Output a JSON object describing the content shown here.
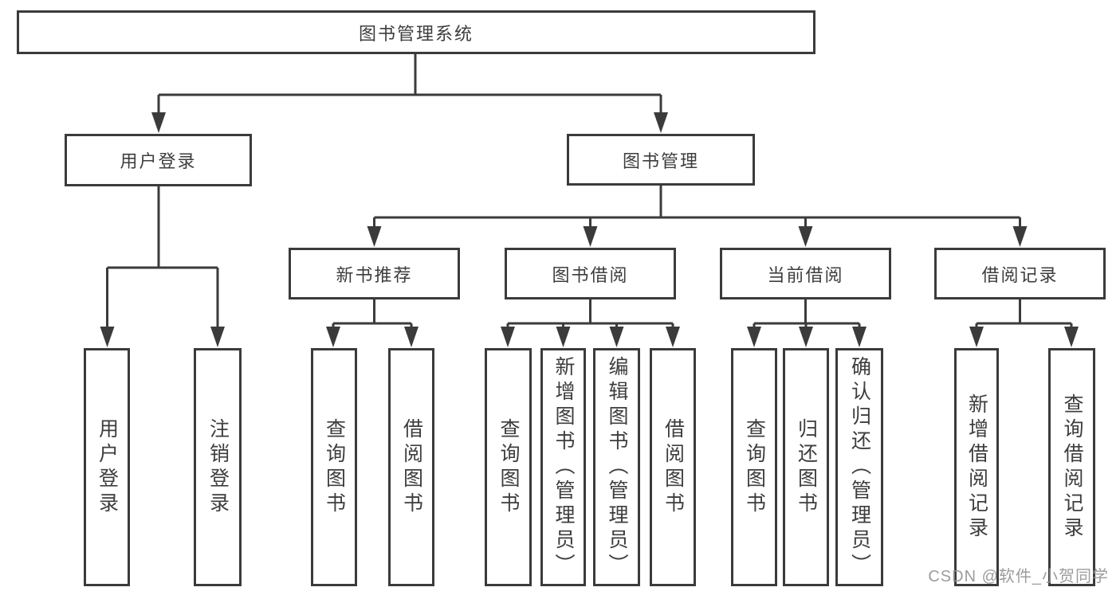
{
  "diagram": {
    "root": {
      "label": "图书管理系统"
    },
    "branches": [
      {
        "label": "用户登录",
        "children": [
          {
            "label": "用户登录"
          },
          {
            "label": "注销登录"
          }
        ]
      },
      {
        "label": "图书管理",
        "children": [
          {
            "label": "新书推荐",
            "children": [
              {
                "label": "查询图书"
              },
              {
                "label": "借阅图书"
              }
            ]
          },
          {
            "label": "图书借阅",
            "children": [
              {
                "label": "查询图书"
              },
              {
                "label": "新增图书（管理员）"
              },
              {
                "label": "编辑图书（管理员）"
              },
              {
                "label": "借阅图书"
              }
            ]
          },
          {
            "label": "当前借阅",
            "children": [
              {
                "label": "查询图书"
              },
              {
                "label": "归还图书"
              },
              {
                "label": "确认归还（管理员）"
              }
            ]
          },
          {
            "label": "借阅记录",
            "children": [
              {
                "label": "新增借阅记录"
              },
              {
                "label": "查询借阅记录"
              }
            ]
          }
        ]
      }
    ],
    "watermark": "CSDN @软件_小贺同学",
    "colors": {
      "line": "#3b3b3b",
      "text": "#3d3d3d",
      "background": "#ffffff",
      "watermark": "#949494"
    }
  }
}
